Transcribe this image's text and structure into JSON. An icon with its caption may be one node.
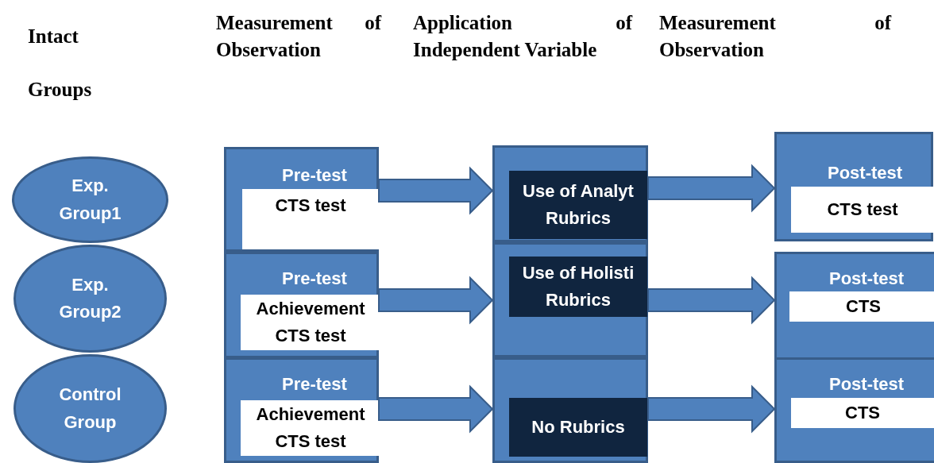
{
  "diagram": {
    "nodes": [
      {
        "text": [
          "Exp. Group1"
        ]
      },
      {
        "text": [
          "Pre-test",
          "CTS test"
        ]
      },
      {
        "text": [
          "Use of Analyt Rubrics"
        ]
      },
      {
        "text": [
          "Post-test",
          "CTS test"
        ]
      },
      {
        "text": [
          "Exp. Group2"
        ]
      },
      {
        "text": [
          "Pre-test",
          "Achievement CTS test"
        ]
      },
      {
        "text": [
          "Use of Holisti Rubrics"
        ]
      },
      {
        "text": [
          "Post-test",
          "CTS"
        ]
      },
      {
        "text": [
          "Control Group"
        ]
      },
      {
        "text": [
          "Pre-test",
          "Achievement CTS test"
        ]
      },
      {
        "text": [
          "No Rubrics"
        ]
      },
      {
        "text": [
          "Post-test",
          "CTS"
        ]
      }
    ],
    "edges": [
      {
        "from": 1,
        "to": 2,
        "arrow": "to"
      },
      {
        "from": 2,
        "to": 3,
        "arrow": "to"
      },
      {
        "from": 5,
        "to": 6,
        "arrow": "to"
      },
      {
        "from": 6,
        "to": 7,
        "arrow": "to"
      },
      {
        "from": 9,
        "to": 10,
        "arrow": "to"
      },
      {
        "from": 10,
        "to": 11,
        "arrow": "to"
      }
    ],
    "labels": [
      "Intact Groups",
      "Measurement of Observation",
      "Application of Independent Variable",
      "Measurement of Observation"
    ]
  }
}
